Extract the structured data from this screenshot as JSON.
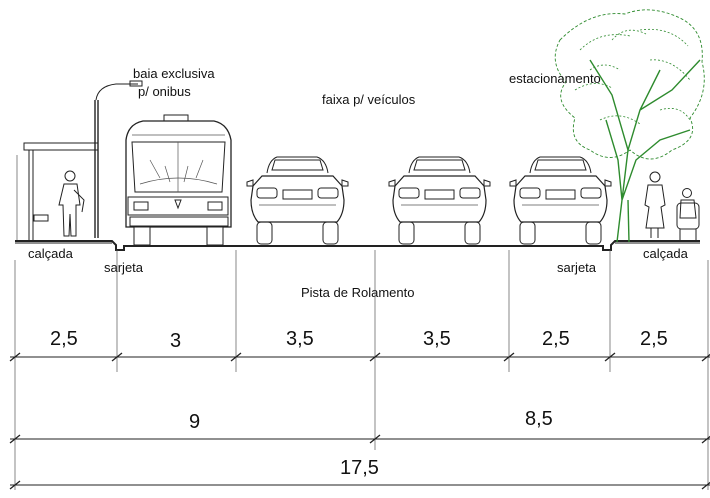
{
  "labels": {
    "bus_bay_line1": "baia exclusiva",
    "bus_bay_line2": "p/ onibus",
    "vehicle_lane": "faixa p/ veículos",
    "parking": "estacionamento",
    "sidewalk_left": "calçada",
    "sidewalk_right": "calçada",
    "gutter_left": "sarjeta",
    "gutter_right": "sarjeta",
    "roadway": "Pista de Rolamento"
  },
  "dimensions": {
    "segments": [
      "2,5",
      "3",
      "3,5",
      "3,5",
      "2,5",
      "2,5"
    ],
    "half_left": "9",
    "half_right": "8,5",
    "total": "17,5"
  },
  "colors": {
    "line": "#222222",
    "tree": "#2e8b2e",
    "ground": "#111111"
  },
  "icons": [
    "bus-stop-shelter-icon",
    "street-lamp-icon",
    "bus-front-icon",
    "car-front-icon",
    "tree-icon",
    "pedestrian-icon",
    "wheelchair-user-icon"
  ]
}
